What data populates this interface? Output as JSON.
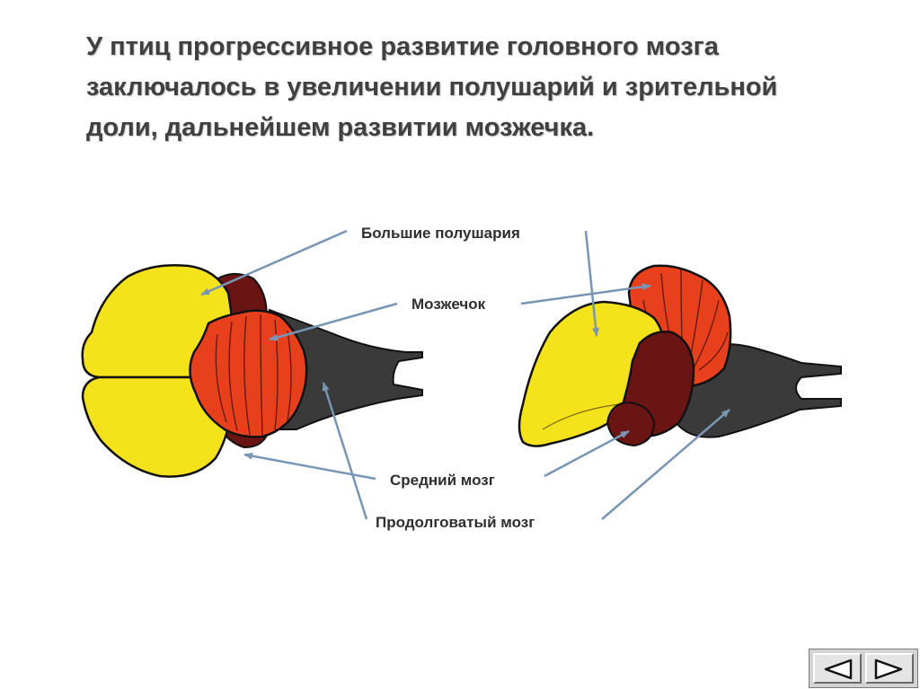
{
  "slide": {
    "title_lines": [
      "У птиц прогрессивное развитие головного мозга",
      "заключалось в увеличении полушарий и зрительной",
      "доли, дальнейшем развитии мозжечка."
    ]
  },
  "labels": {
    "hemispheres": "Большие полушария",
    "cerebellum": "Мозжечок",
    "midbrain": "Средний мозг",
    "medulla": "Продолговатый мозг"
  },
  "colors": {
    "hemispheres": "#f4e21a",
    "cerebellum": "#e8401c",
    "midbrain": "#6a1414",
    "medulla": "#3a3a3a",
    "arrows": "#7896b4"
  },
  "nav": {
    "prev_icon": "triangle-left-icon",
    "next_icon": "triangle-right-icon"
  }
}
